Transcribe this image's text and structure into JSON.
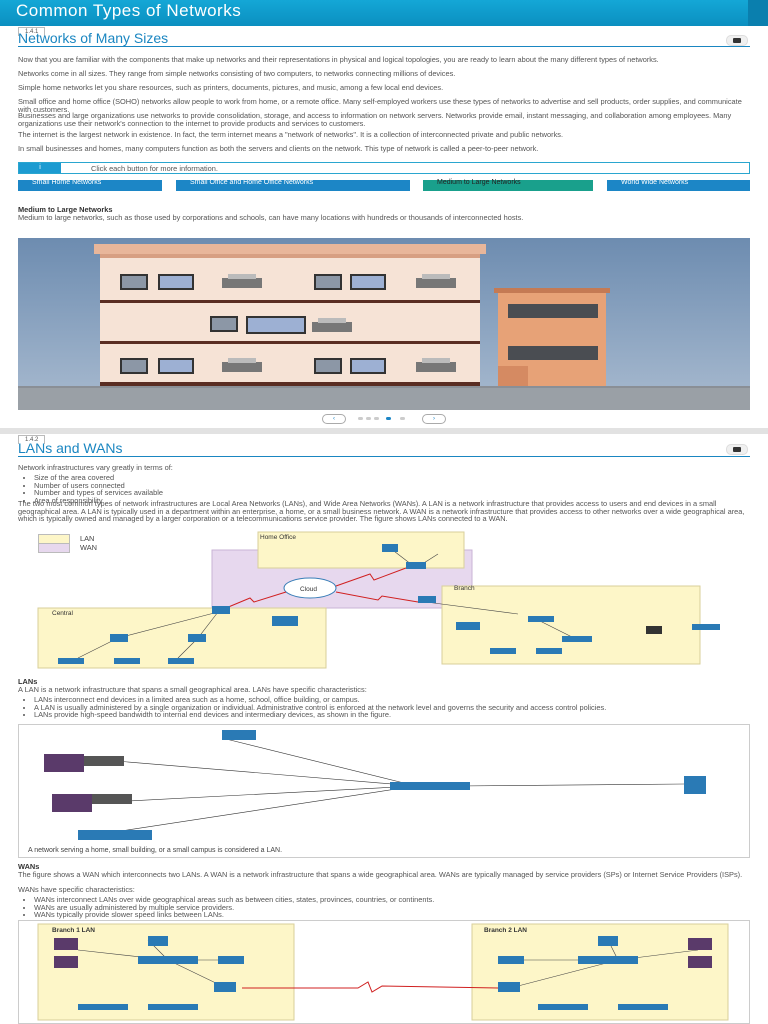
{
  "header": {
    "title": "Common Types of Networks"
  },
  "section1": {
    "badge": "1.4.1",
    "title": "Networks of Many Sizes",
    "paragraphs": [
      "Now that you are familiar with the components that make up networks and their representations in physical and logical topologies, you are ready to learn about the many different types of networks.",
      "Networks come in all sizes. They range from simple networks consisting of two computers, to networks connecting millions of devices.",
      "Simple home networks let you share resources, such as printers, documents, pictures, and music, among a few local end devices.",
      "Small office and home office (SOHO) networks allow people to work from home, or a remote office. Many self-employed workers use these types of networks to advertise and sell products, order supplies, and communicate with customers.",
      "Businesses and large organizations use networks to provide consolidation, storage, and access to information on network servers. Networks provide email, instant messaging, and collaboration among employees. Many organizations use their network's connection to the internet to provide products and services to customers.",
      "The internet is the largest network in existence. In fact, the term internet means a \"network of networks\". It is a collection of interconnected private and public networks.",
      "In small businesses and homes, many computers function as both the servers and clients on the network. This type of network is called a peer-to-peer network."
    ],
    "info_icon": "i",
    "info_text": "Click each button for more information.",
    "buttons": [
      {
        "label": "Small Home Networks"
      },
      {
        "label": "Small Office and Home Office Networks"
      },
      {
        "label": "Medium to Large Networks"
      },
      {
        "label": "World Wide Networks"
      }
    ],
    "active_heading": "Medium to Large Networks",
    "active_text": "Medium to large networks, such as those used by corporations and schools, can have many locations with hundreds or thousands of interconnected hosts.",
    "carousel": {
      "prev": "‹",
      "next": "›",
      "slide_count": 5,
      "active_index": 3
    }
  },
  "section2": {
    "badge": "1.4.2",
    "title": "LANs and WANs",
    "intro": "Network infrastructures vary greatly in terms of:",
    "factors": [
      "Size of the area covered",
      "Number of users connected",
      "Number and types of services available",
      "Area of responsibility"
    ],
    "paragraph": "The two most common types of network infrastructures are Local Area Networks (LANs), and Wide Area Networks (WANs). A LAN is a network infrastructure that provides access to users and end devices in a small geographical area. A LAN is typically used in a department within an enterprise, a home, or a small business network. A WAN is a network infrastructure that provides access to other networks over a wide geographical area, which is typically owned and managed by a larger corporation or a telecommunications service provider. The figure shows LANs connected to a WAN.",
    "legend": [
      {
        "label": "LAN",
        "color": "#fdf6c8"
      },
      {
        "label": "WAN",
        "color": "#e7d8ee"
      }
    ],
    "diagram_labels": {
      "home": "Home Office",
      "cloud": "Cloud",
      "branch": "Branch",
      "central": "Central"
    },
    "lans_heading": "LANs",
    "lans_text": "A LAN is a network infrastructure that spans a small geographical area. LANs have specific characteristics:",
    "lans_list": [
      "LANs interconnect end devices in a limited area such as a home, school, office building, or campus.",
      "A LAN is usually administered by a single organization or individual. Administrative control is enforced at the network level and governs the security and access control policies.",
      "LANs provide high-speed bandwidth to internal end devices and intermediary devices, as shown in the figure."
    ],
    "lan_caption": "A network serving a home, small building, or a small campus is considered a LAN.",
    "wans_heading": "WANs",
    "wans_text": "The figure shows a WAN which interconnects two LANs. A WAN is a network infrastructure that spans a wide geographical area. WANs are typically managed by service providers (SPs) or Internet Service Providers (ISPs).",
    "wans_text2": "WANs have specific characteristics:",
    "wans_list": [
      "WANs interconnect LANs over wide geographical areas such as between cities, states, provinces, countries, or continents.",
      "WANs are usually administered by multiple service providers.",
      "WANs typically provide slower speed links between LANs."
    ],
    "wan_labels": {
      "branch1": "Branch 1 LAN",
      "branch2": "Branch 2 LAN"
    }
  },
  "colors": {
    "accent": "#1a86c1",
    "button": "#1c86c6",
    "button_active": "#19a08c",
    "lan": "#fdf6c8",
    "wan": "#e7d8ee"
  },
  "icons": [
    "bookmark-icon",
    "info-icon",
    "chevron-left-icon",
    "chevron-right-icon"
  ]
}
